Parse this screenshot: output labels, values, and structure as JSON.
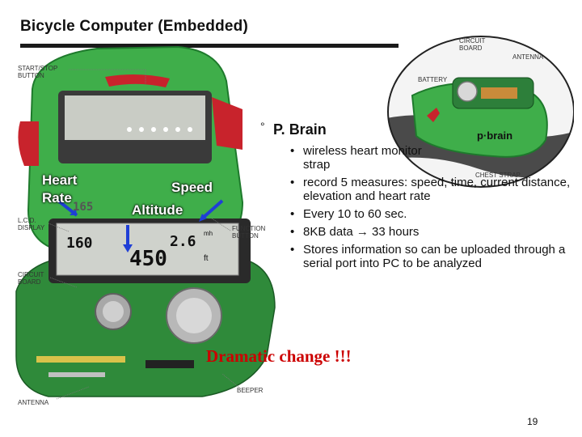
{
  "slide": {
    "title": "Bicycle Computer (Embedded)",
    "section_heading": "P. Brain",
    "bullets": [
      "wireless heart monitor strap",
      "record 5 measures: speed, time, current distance, elevation and heart rate",
      "Every 10 to 60 sec.",
      "8KB data → 33 hours",
      "Stores information so can be uploaded through a serial port into PC to be analyzed"
    ],
    "emphasis": "Dramatic change !!!",
    "page_number": "19"
  },
  "overlay_labels": {
    "heart_rate_1": "Heart",
    "heart_rate_2": "Rate",
    "speed": "Speed",
    "altitude": "Altitude"
  },
  "device_callouts": {
    "start_stop_1": "START/STOP",
    "start_stop_2": "BUTTON",
    "lcd_1": "L.C.D.",
    "lcd_2": "DISPLAY",
    "circuit_left_1": "CIRCUIT",
    "circuit_left_2": "BOARD",
    "antenna_bottom": "ANTENNA",
    "function_1": "FUNCTION",
    "function_2": "BUTTON",
    "beeper": "BEEPER"
  },
  "strap_callouts": {
    "circuit_1": "CIRCUIT",
    "circuit_2": "BOARD",
    "antenna": "ANTENNA",
    "battery": "BATTERY",
    "chest_strap": "CHEST STRAP",
    "brand": "p·brain"
  },
  "lcd_readout": {
    "top_left": "165",
    "row1_left": "160",
    "row1_right": "2.6",
    "row2": "450",
    "unit1": "mh",
    "unit2": "ft"
  },
  "colors": {
    "device_green": "#3fae4a",
    "device_dark_green": "#1e7a2c",
    "button_red": "#c8232c",
    "arrow_blue": "#1f3fd6",
    "emphasis_red": "#cc0000"
  }
}
